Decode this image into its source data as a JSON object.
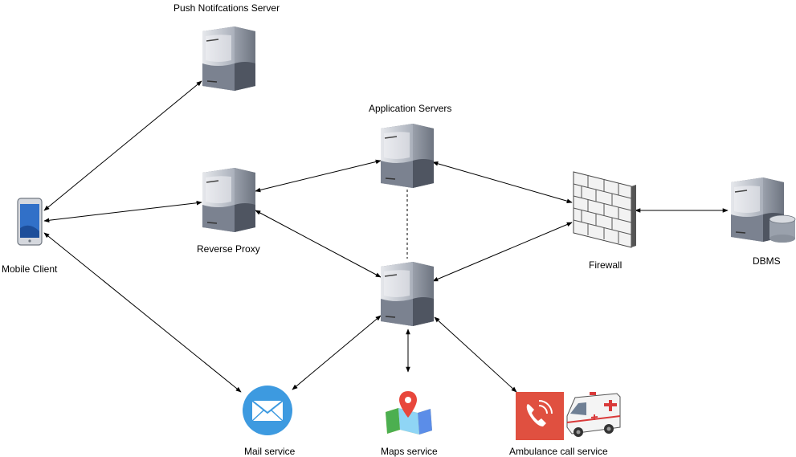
{
  "nodes": {
    "push_server": "Push Notifcations Server",
    "app_servers": "Application Servers",
    "reverse_proxy": "Reverse Proxy",
    "mobile_client": "Mobile Client",
    "firewall": "Firewall",
    "dbms": "DBMS",
    "mail": "Mail service",
    "maps": "Maps service",
    "ambulance": "Ambulance call service"
  },
  "colors": {
    "server_light": "#c8ccd4",
    "server_dark": "#5d6470",
    "mail_blue": "#3d9ae0",
    "phone_red": "#e05040",
    "map_pin": "#e8473c",
    "edge": "#000000"
  },
  "icons": {
    "server": "server-icon",
    "phone": "mobile-phone-icon",
    "firewall": "firewall-icon",
    "database": "database-icon",
    "mail": "mail-icon",
    "map": "map-pin-icon",
    "call": "phone-call-icon",
    "ambulance": "ambulance-icon"
  }
}
